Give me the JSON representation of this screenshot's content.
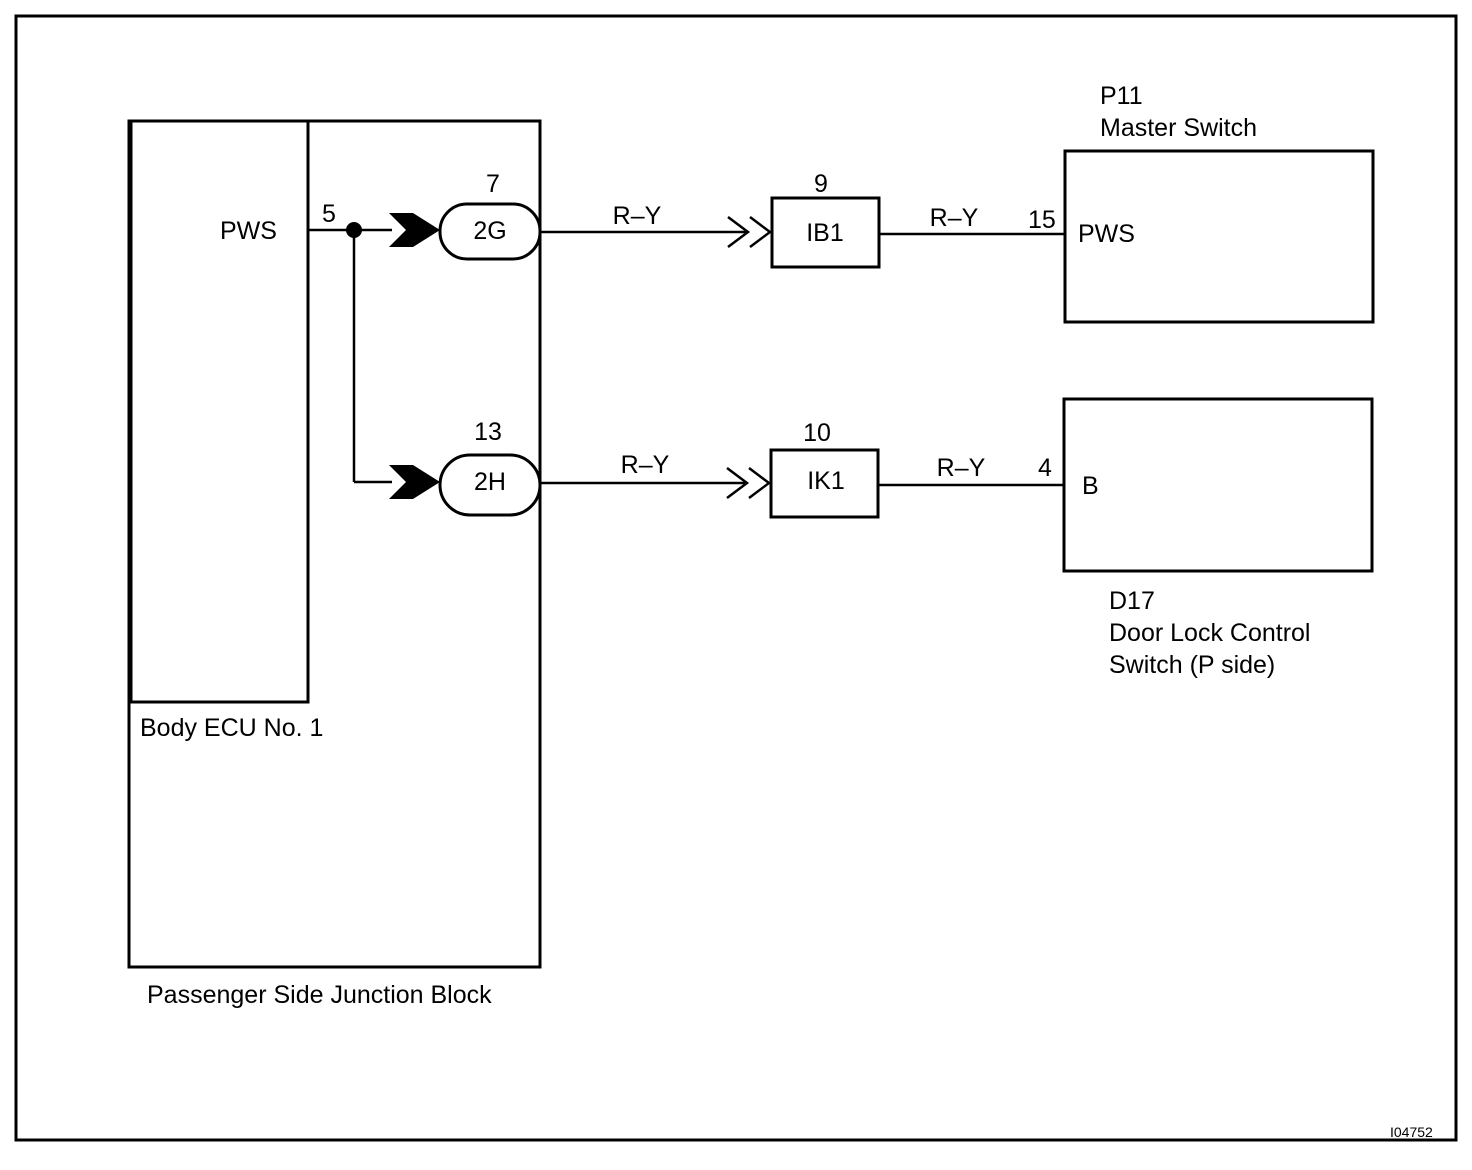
{
  "diagram": {
    "ecu": {
      "title": "Body ECU No. 1",
      "terminal_label": "PWS",
      "pin": "5"
    },
    "junction_block": {
      "title": "Passenger Side Junction Block"
    },
    "connectors": [
      {
        "id": "2G",
        "pin": "7"
      },
      {
        "id": "2H",
        "pin": "13"
      }
    ],
    "inline_connectors": [
      {
        "id": "IB1",
        "pin": "9"
      },
      {
        "id": "IK1",
        "pin": "10"
      }
    ],
    "wires": [
      {
        "color_code": "R–Y"
      },
      {
        "color_code": "R–Y"
      },
      {
        "color_code": "R–Y"
      },
      {
        "color_code": "R–Y"
      }
    ],
    "master_switch": {
      "code": "P11",
      "name": "Master Switch",
      "pin": "15",
      "terminal_label": "PWS"
    },
    "door_lock_switch": {
      "code": "D17",
      "name_line1": "Door Lock Control",
      "name_line2": "Switch (P side)",
      "pin": "4",
      "terminal_label": "B"
    },
    "figure_id": "I04752"
  }
}
